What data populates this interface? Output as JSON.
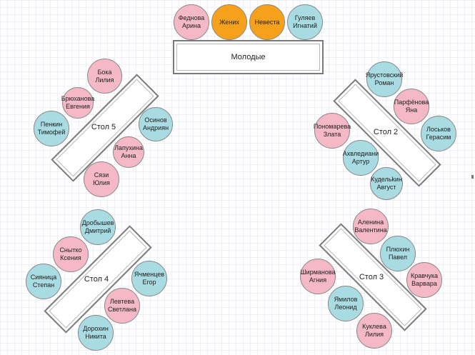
{
  "head_table": {
    "label": "Молодые",
    "guests": [
      {
        "name": "Феднова\nАрина",
        "color": "pink"
      },
      {
        "name": "Жених",
        "color": "orange"
      },
      {
        "name": "Невеста",
        "color": "orange"
      },
      {
        "name": "Гуляев\nИгнатий",
        "color": "blue"
      }
    ]
  },
  "tables": [
    {
      "label": "Стол 5",
      "guests": [
        {
          "name": "Бока\nЛилия",
          "color": "pink"
        },
        {
          "name": "Брюханова\nЕвгения",
          "color": "pink"
        },
        {
          "name": "Пенкин\nТимофей",
          "color": "blue"
        },
        {
          "name": "Осинов\nАндриян",
          "color": "blue"
        },
        {
          "name": "Лапухина\nАнна",
          "color": "pink"
        },
        {
          "name": "Сязи\nЮлия",
          "color": "pink"
        }
      ]
    },
    {
      "label": "Стол 2",
      "guests": [
        {
          "name": "Ярустовский\nРоман",
          "color": "blue"
        },
        {
          "name": "Парфёнова\nЯна",
          "color": "pink"
        },
        {
          "name": "Пономарева\nЗлата",
          "color": "pink"
        },
        {
          "name": "Лоськов\nГерасим",
          "color": "blue"
        },
        {
          "name": "Ахвледиани\nАртур",
          "color": "blue"
        },
        {
          "name": "Кудельkин\nАвгуст",
          "color": "blue"
        }
      ]
    },
    {
      "label": "Стол 4",
      "guests": [
        {
          "name": "Дробышев\nДмитрий",
          "color": "blue"
        },
        {
          "name": "Снытко\nКсения",
          "color": "pink"
        },
        {
          "name": "Сияница\nСтепан",
          "color": "blue"
        },
        {
          "name": "Ячменцев\nЕгор",
          "color": "blue"
        },
        {
          "name": "Левтева\nСветлана",
          "color": "pink"
        },
        {
          "name": "Дорохин\nНикита",
          "color": "blue"
        }
      ]
    },
    {
      "label": "Стол 3",
      "guests": [
        {
          "name": "Аленина\nВалентина",
          "color": "pink"
        },
        {
          "name": "Плюхин\nПавел",
          "color": "blue"
        },
        {
          "name": "Ширманова\nАгния",
          "color": "pink"
        },
        {
          "name": "Кравчука\nВарвара",
          "color": "pink"
        },
        {
          "name": "Ямилов\nЛеонид",
          "color": "blue"
        },
        {
          "name": "Куклева\nЛилия",
          "color": "pink"
        }
      ]
    }
  ]
}
